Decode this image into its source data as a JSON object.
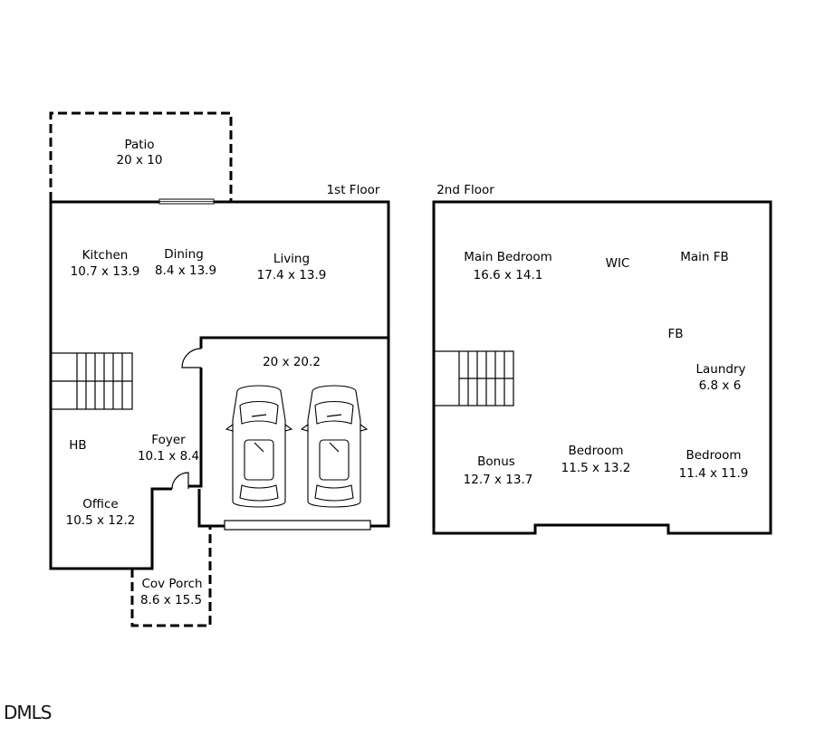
{
  "floors": {
    "first_floor_label": "1st Floor",
    "second_floor_label": "2nd Floor"
  },
  "rooms": {
    "patio": {
      "name": "Patio",
      "size": "20 x 10"
    },
    "kitchen": {
      "name": "Kitchen",
      "size": "10.7 x 13.9"
    },
    "dining": {
      "name": "Dining",
      "size": "8.4 x 13.9"
    },
    "living": {
      "name": "Living",
      "size": "17.4 x 13.9"
    },
    "garage": {
      "size": "20 x 20.2"
    },
    "hb": {
      "name": "HB"
    },
    "foyer": {
      "name": "Foyer",
      "size": "10.1 x 8.4"
    },
    "office": {
      "name": "Office",
      "size": "10.5 x 12.2"
    },
    "cov_porch": {
      "name": "Cov Porch",
      "size": "8.6 x 15.5"
    },
    "main_bedroom": {
      "name": "Main Bedroom",
      "size": "16.6 x 14.1"
    },
    "wic": {
      "name": "WIC"
    },
    "main_fb": {
      "name": "Main FB"
    },
    "fb": {
      "name": "FB"
    },
    "laundry": {
      "name": "Laundry",
      "size": "6.8 x 6"
    },
    "bonus": {
      "name": "Bonus",
      "size": "12.7 x 13.7"
    },
    "bedroom_2": {
      "name": "Bedroom",
      "size": "11.5 x 13.2"
    },
    "bedroom_3": {
      "name": "Bedroom",
      "size": "11.4 x 11.9"
    }
  },
  "watermark": "DMLS"
}
